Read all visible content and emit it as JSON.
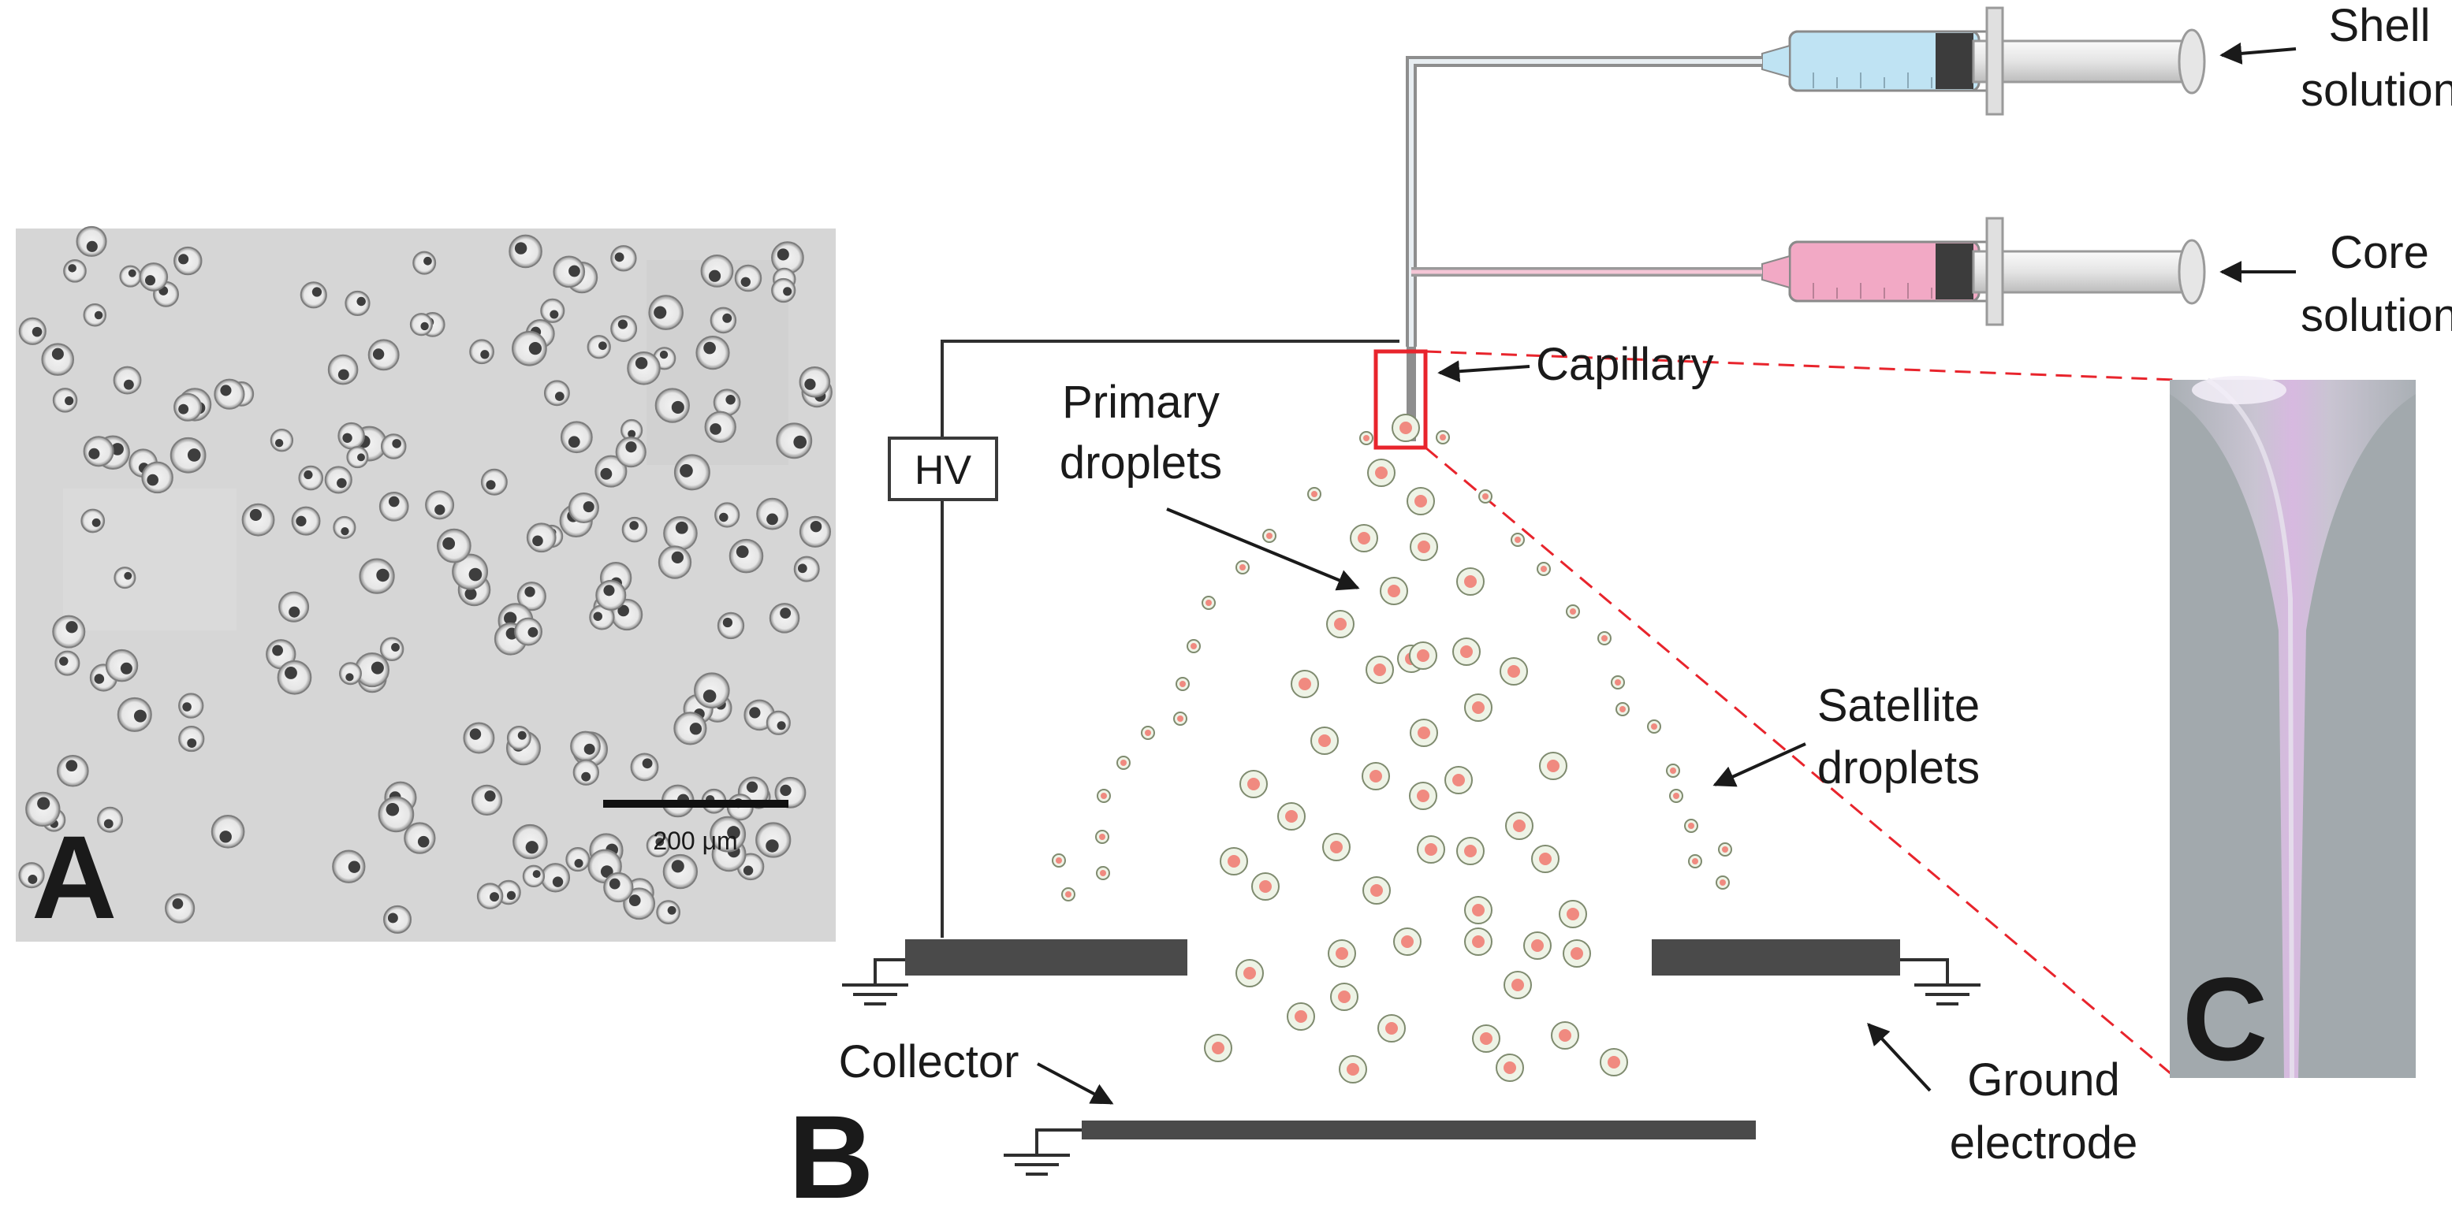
{
  "panels": {
    "a": {
      "letter": "A",
      "scale_bar": "200 μm"
    },
    "b": {
      "letter": "B"
    },
    "c": {
      "letter": "C"
    }
  },
  "labels": {
    "hv": "HV",
    "capillary": "Capillary",
    "primary": [
      "Primary",
      "droplets"
    ],
    "satellite": [
      "Satellite",
      "droplets"
    ],
    "collector": "Collector",
    "ground": [
      "Ground",
      "electrode"
    ],
    "shell": [
      "Shell",
      "solution"
    ],
    "core": [
      "Core",
      "solution"
    ]
  },
  "colors": {
    "shell_fluid": "#bfe3f3",
    "core_fluid": "#f2a9c5",
    "droplet_shell": "#eef3e6",
    "droplet_core": "#f08a80",
    "highlight_box": "#e8242c",
    "electrode": "#4a4a4a"
  }
}
